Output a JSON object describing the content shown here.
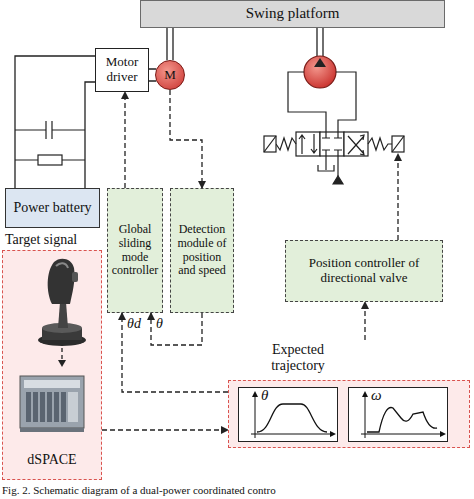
{
  "diagram": {
    "caption": "Fig. 2. Schematic diagram of a dual-power coordinated contro",
    "nodes": [
      {
        "text": [
          "Swing platform"
        ]
      },
      {
        "text": [
          "Motor driver"
        ]
      },
      {
        "text": [
          "M"
        ]
      },
      {
        "text": [
          "Power battery"
        ]
      },
      {
        "text": [
          "Global sliding mode controller"
        ]
      },
      {
        "text": [
          "Detection module of position and speed"
        ]
      },
      {
        "text": [
          "Position controller of directional valve"
        ]
      },
      {
        "text": [
          "Target signal"
        ]
      },
      {
        "text": [
          "dSPACE"
        ],
        "in": 7
      },
      {
        "text": [
          "Expected trajectory"
        ]
      },
      {
        "text": [
          "θ"
        ],
        "in": 9
      },
      {
        "text": [
          "ω"
        ],
        "in": 9
      }
    ],
    "edges": [
      {
        "from": 1,
        "to": 2,
        "arrow": "none"
      },
      {
        "from": 2,
        "to": 0,
        "arrow": "none"
      },
      {
        "from": 3,
        "to": 1,
        "arrow": "none"
      },
      {
        "from": 4,
        "to": 1,
        "arrow": "to"
      },
      {
        "from": 2,
        "to": 5,
        "arrow": "to"
      },
      {
        "from": 5,
        "to": 4,
        "label": "θ",
        "arrow": "to"
      },
      {
        "from": 9,
        "to": 4,
        "label": "θd",
        "arrow": "to"
      },
      {
        "from": 7,
        "to": 9,
        "arrow": "to"
      },
      {
        "from": 9,
        "to": 6,
        "arrow": "to"
      }
    ]
  }
}
